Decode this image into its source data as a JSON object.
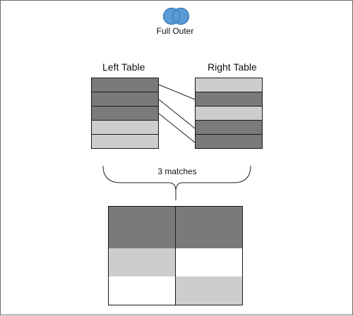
{
  "header": {
    "join_type": "Full Outer"
  },
  "left_table": {
    "label": "Left Table",
    "rows": [
      "dark",
      "dark",
      "dark",
      "light",
      "light"
    ]
  },
  "right_table": {
    "label": "Right Table",
    "rows": [
      "light",
      "dark",
      "light",
      "dark",
      "dark"
    ]
  },
  "matches_label": "3 matches",
  "result_table": {
    "rows": [
      [
        "dark",
        "dark"
      ],
      [
        "dark",
        "dark"
      ],
      [
        "dark",
        "dark"
      ],
      [
        "light",
        "white"
      ],
      [
        "light",
        "white"
      ],
      [
        "white",
        "light"
      ],
      [
        "white",
        "light"
      ]
    ]
  },
  "colors": {
    "venn_fill": "#5b9bd5",
    "venn_stroke": "#2e75b6",
    "dark_row": "#7a7a7a",
    "light_row": "#cdcdcd",
    "white_row": "#ffffff"
  }
}
